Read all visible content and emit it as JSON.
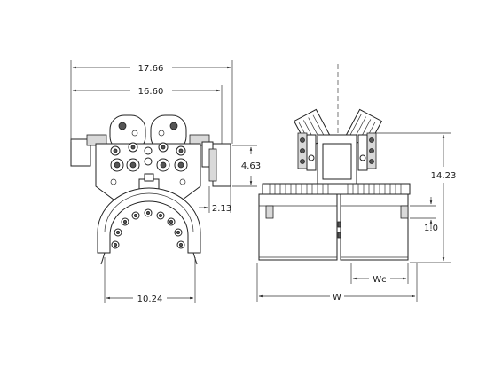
{
  "dimensions": {
    "overall_width": "17.66",
    "inner_width": "16.60",
    "height_side": "4.63",
    "offset": "2.13",
    "arc_width": "10.24",
    "height_total": "14.23",
    "gap": "1.0",
    "width_collector": "Wc",
    "width_total": "W"
  },
  "colors": {
    "line": "#222222",
    "shade": "#d9d9d9",
    "dark": "#555555"
  }
}
